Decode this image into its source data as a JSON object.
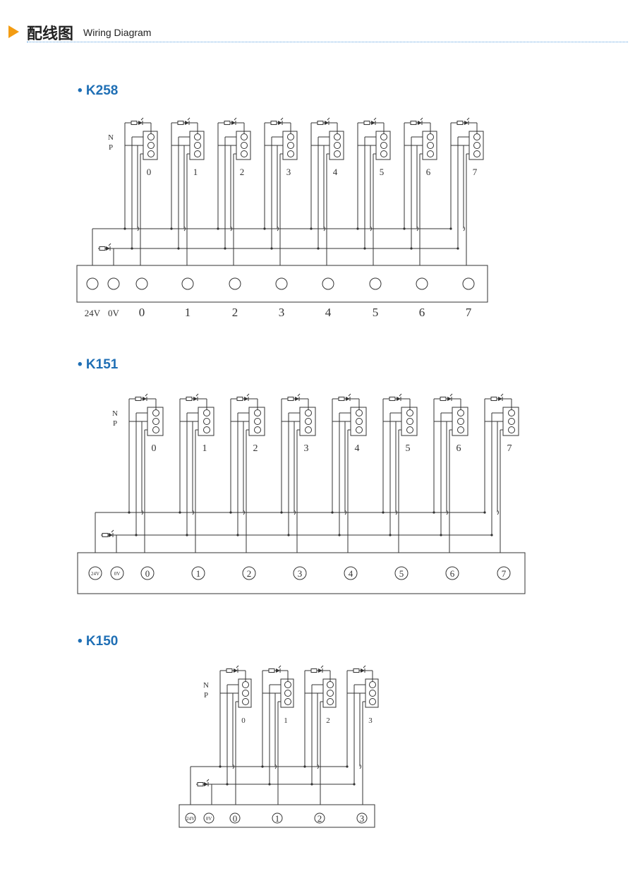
{
  "header": {
    "title_cn": "配线图",
    "title_en": "Wiring Diagram",
    "accent": "#f39c12",
    "rule_color": "#5aa0e0"
  },
  "section_color": "#1f6fb5",
  "sections": [
    {
      "id": "k258",
      "title": "• K258",
      "np": [
        "N",
        "P"
      ],
      "channels": [
        "0",
        "1",
        "2",
        "3",
        "4",
        "5",
        "6",
        "7"
      ],
      "terminals": [
        "24V",
        "0V",
        "0",
        "1",
        "2",
        "3",
        "4",
        "5",
        "6",
        "7"
      ]
    },
    {
      "id": "k151",
      "title": "• K151",
      "np": [
        "N",
        "P"
      ],
      "channels": [
        "0",
        "1",
        "2",
        "3",
        "4",
        "5",
        "6",
        "7"
      ],
      "terminals": [
        "24V",
        "0V",
        "0",
        "1",
        "2",
        "3",
        "4",
        "5",
        "6",
        "7"
      ]
    },
    {
      "id": "k150",
      "title": "• K150",
      "np": [
        "N",
        "P"
      ],
      "channels": [
        "0",
        "1",
        "2",
        "3"
      ],
      "terminals": [
        "24V",
        "0V",
        "0",
        "1",
        "2",
        "3"
      ]
    }
  ]
}
